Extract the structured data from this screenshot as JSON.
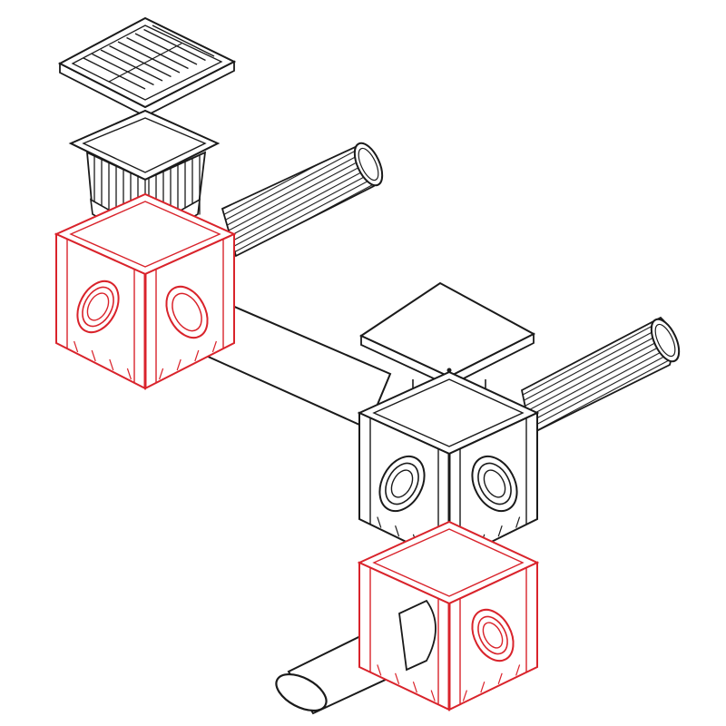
{
  "colors": {
    "background": "#ffffff",
    "ink": "#1a1a1a",
    "accent_red": "#d9232b",
    "fill": "#ffffff"
  },
  "diagram": {
    "subject": "drainage-system-exploded-isometric",
    "components": [
      "grate",
      "debris-basket",
      "catch-basin-red-top-left",
      "corrugated-pipe-back-left",
      "smooth-pipe-middle",
      "solid-cover",
      "catch-basin-black-middle",
      "corrugated-pipe-right",
      "extension-riser-red-bottom",
      "smooth-pipe-bottom-outlet"
    ]
  }
}
